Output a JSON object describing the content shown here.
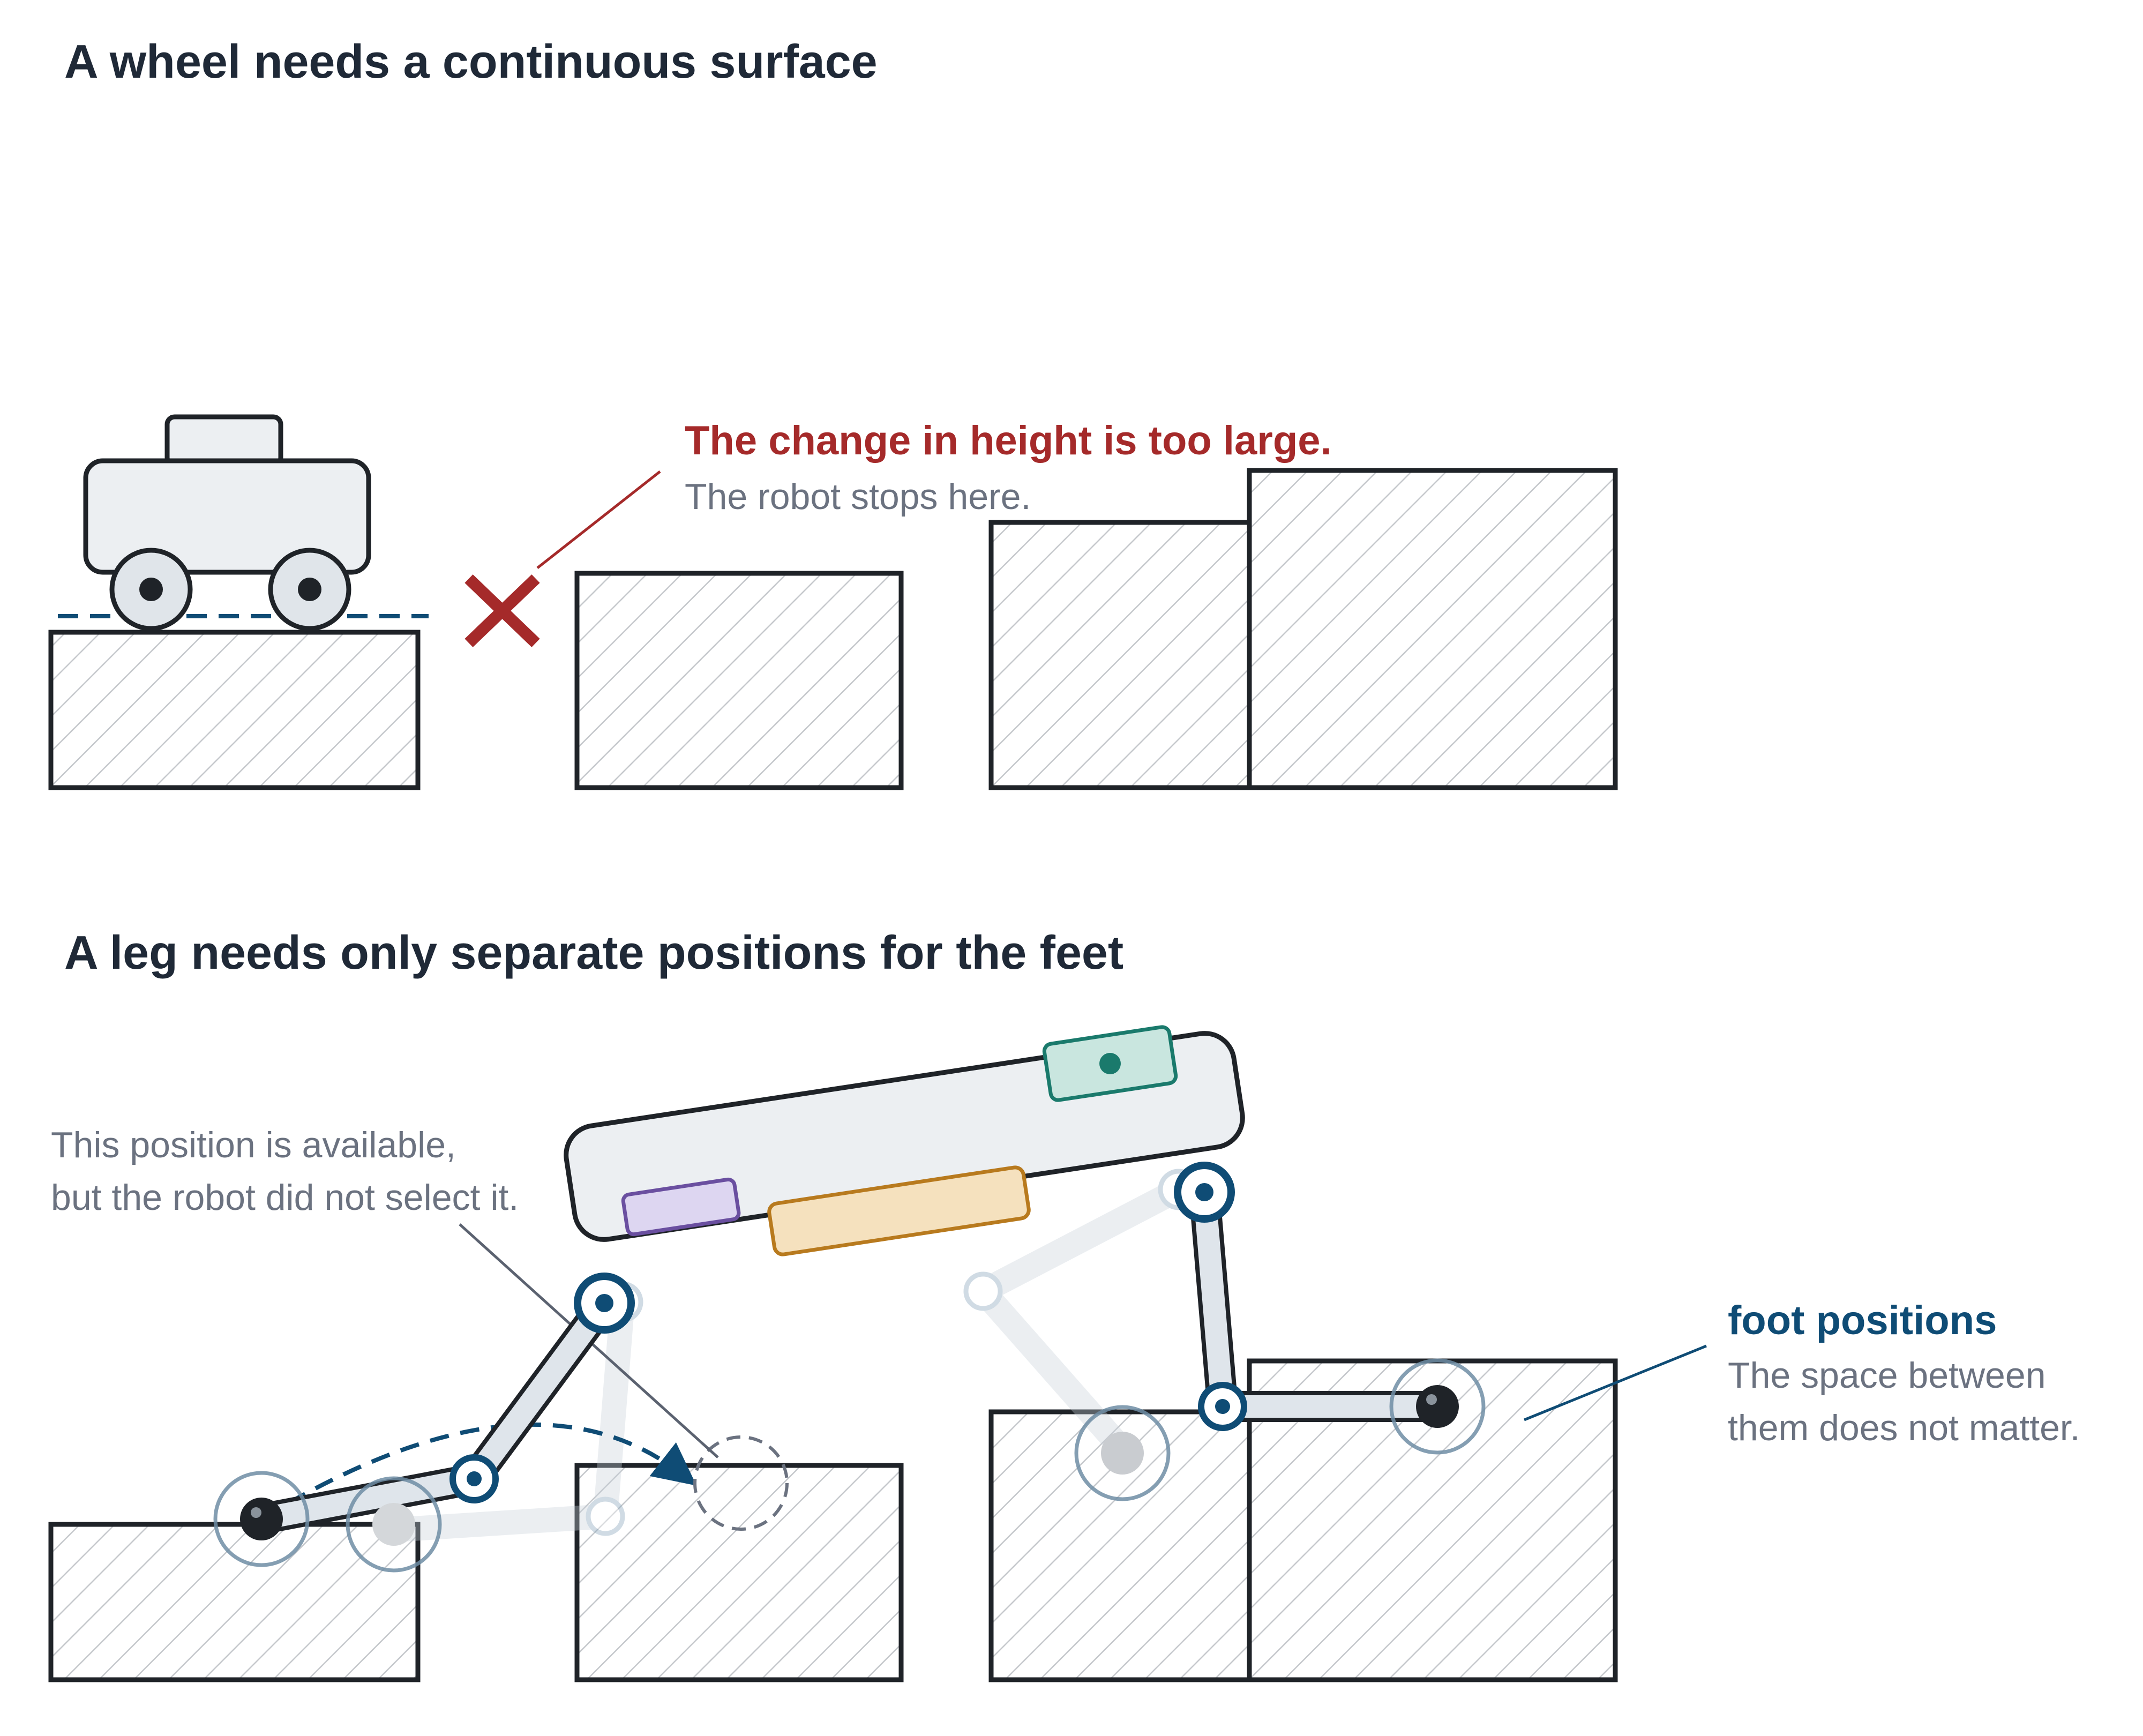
{
  "sections": {
    "wheel": {
      "title": "A wheel needs a continuous surface",
      "warning_title": "The change in height is too large.",
      "warning_text": "The robot stops here."
    },
    "leg": {
      "title": "A leg needs only separate positions for the feet",
      "unused_note": [
        "This position is available,",
        "but the robot did not select it."
      ],
      "foot_label": "foot positions",
      "foot_note": [
        "The space between",
        "them does not matter."
      ]
    }
  },
  "colors": {
    "outline": "#1f2328",
    "body_fill": "#eceff2",
    "accent_blue": "#0f4c75",
    "warning_red": "#a52a2a",
    "hatch": "#c4c7cb",
    "sensor_teal": "#1a7a6c",
    "battery_orange": "#b87a1e",
    "module_purple": "#6a4fa0"
  },
  "icons": {
    "blocked": "x-mark-icon",
    "foot": "foot-dot-icon"
  }
}
